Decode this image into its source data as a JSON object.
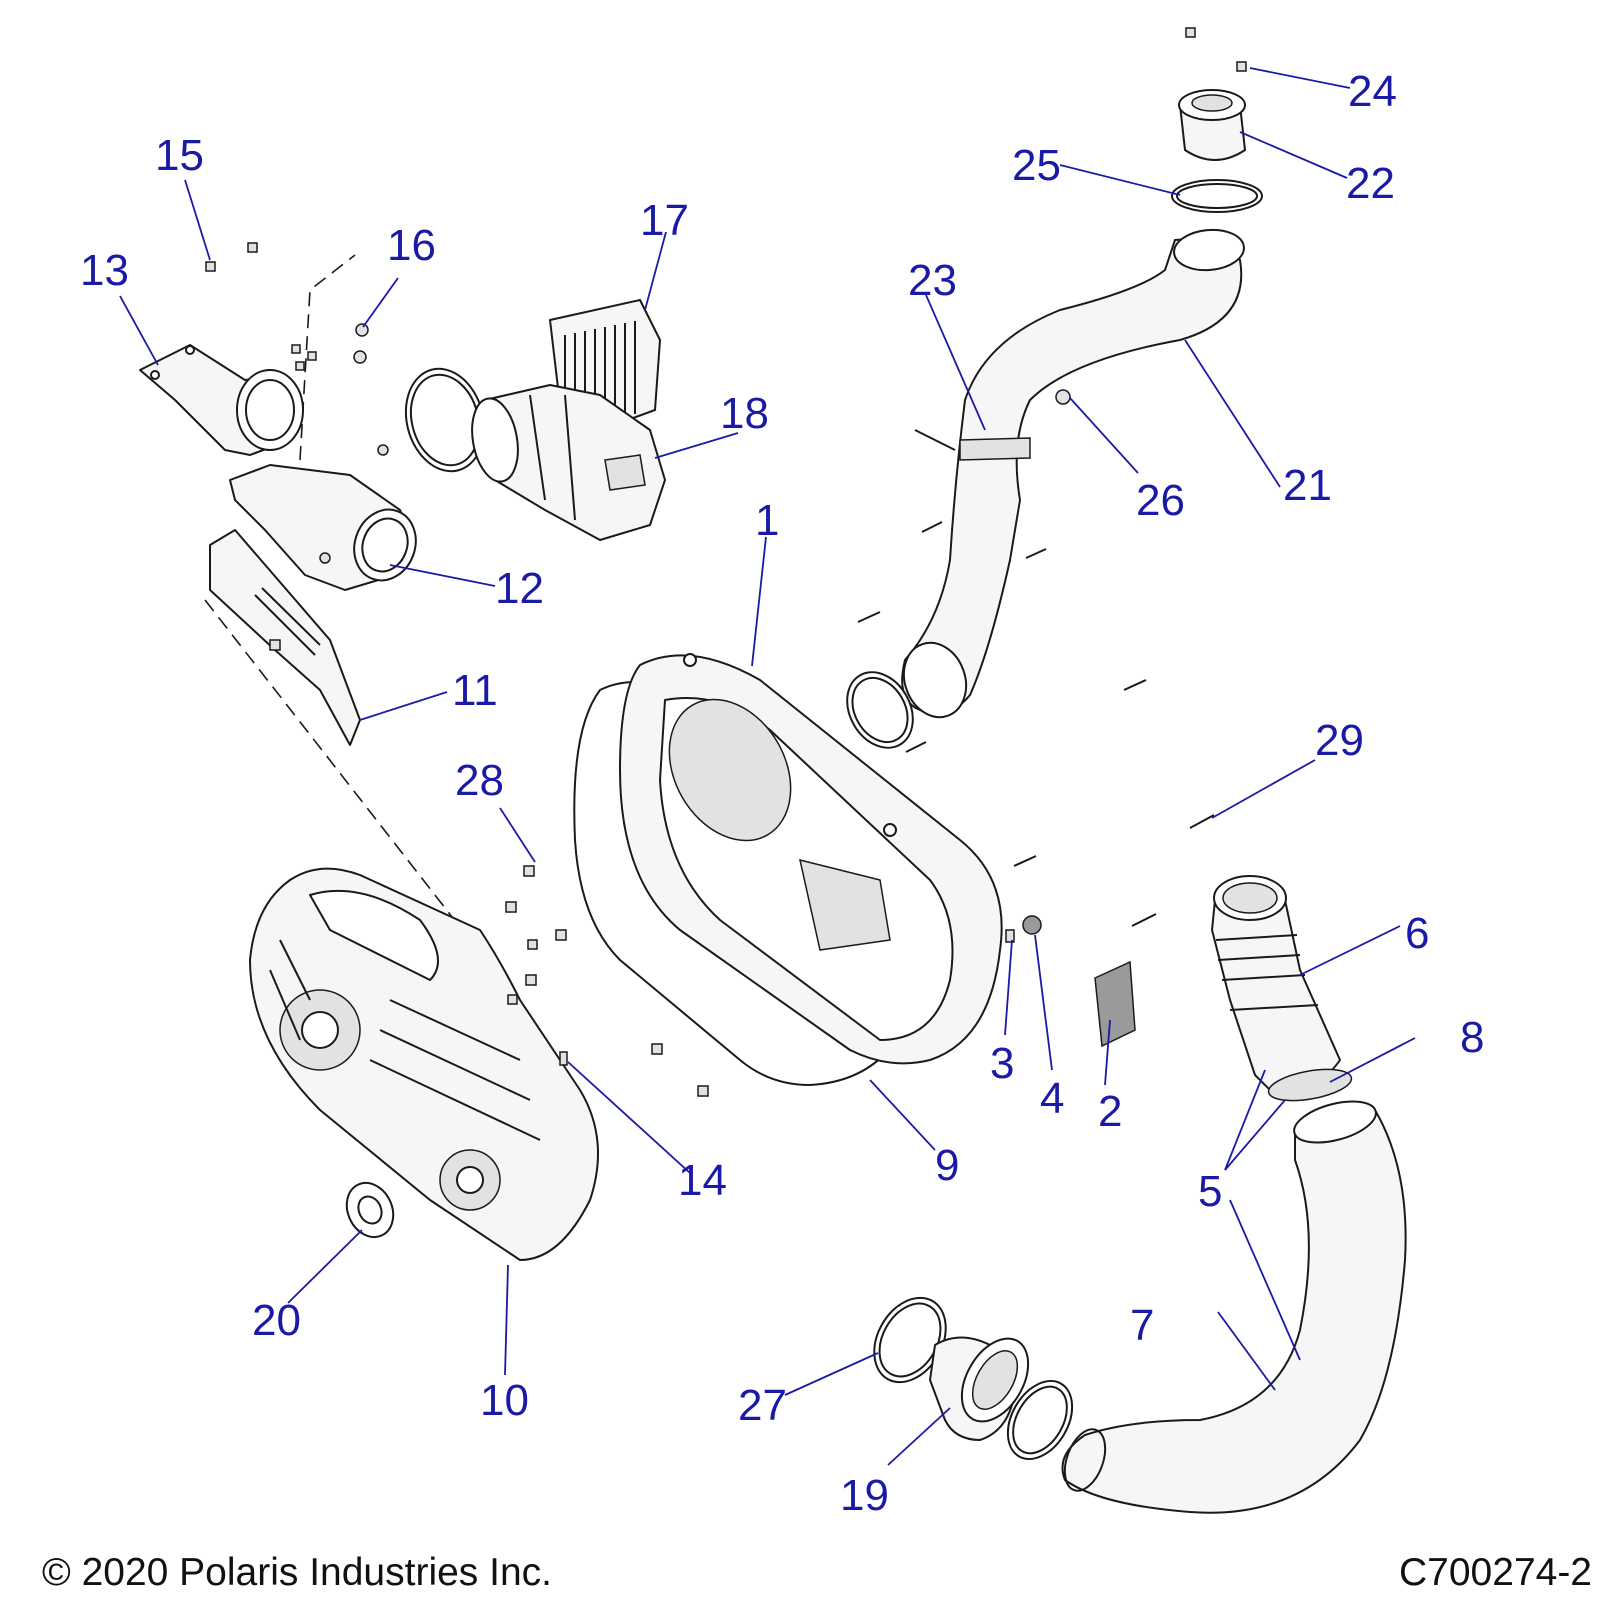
{
  "callouts": [
    "1",
    "2",
    "3",
    "4",
    "5",
    "5",
    "6",
    "7",
    "8",
    "9",
    "10",
    "11",
    "12",
    "13",
    "14",
    "15",
    "16",
    "17",
    "18",
    "19",
    "20",
    "21",
    "22",
    "23",
    "24",
    "25",
    "26",
    "27",
    "28",
    "29"
  ],
  "footer": {
    "copyright": "© 2020 Polaris Industries Inc.",
    "code": "C700274-2"
  },
  "colors": {
    "callout": "#1a1aa6",
    "line": "#1a1a1a",
    "part_fill": "#f6f6f6"
  }
}
